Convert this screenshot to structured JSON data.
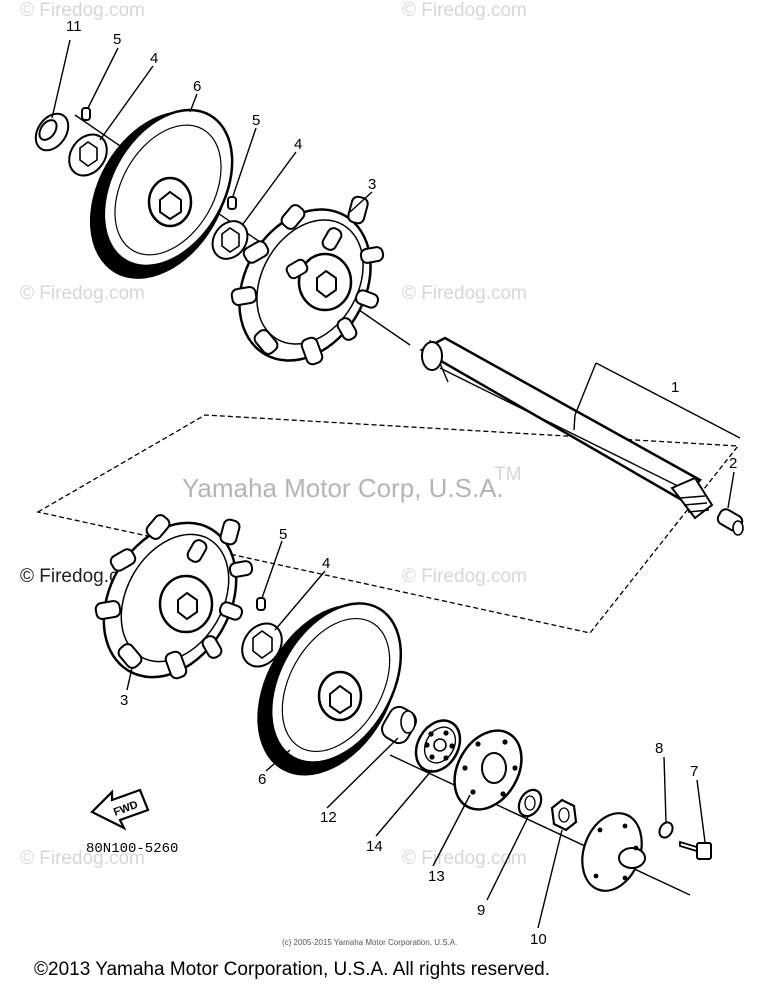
{
  "watermarks": {
    "text": "© Firedog.com",
    "dark_text": "© Firedog.com"
  },
  "brand_watermark": "Yamaha Motor Corp, U.S.A.",
  "trademark": "TM",
  "part_callouts": [
    "1",
    "2",
    "3",
    "3",
    "4",
    "4",
    "4",
    "5",
    "5",
    "5",
    "6",
    "6",
    "7",
    "8",
    "9",
    "10",
    "11",
    "12",
    "13",
    "14"
  ],
  "direction_label": "FWD",
  "diagram_code": "80N100-5260",
  "small_copyright": "(c) 2005-2015 Yamaha Motor Corporation, U.S.A.",
  "footer_copyright": "©2013 Yamaha Motor Corporation, U.S.A. All rights reserved."
}
